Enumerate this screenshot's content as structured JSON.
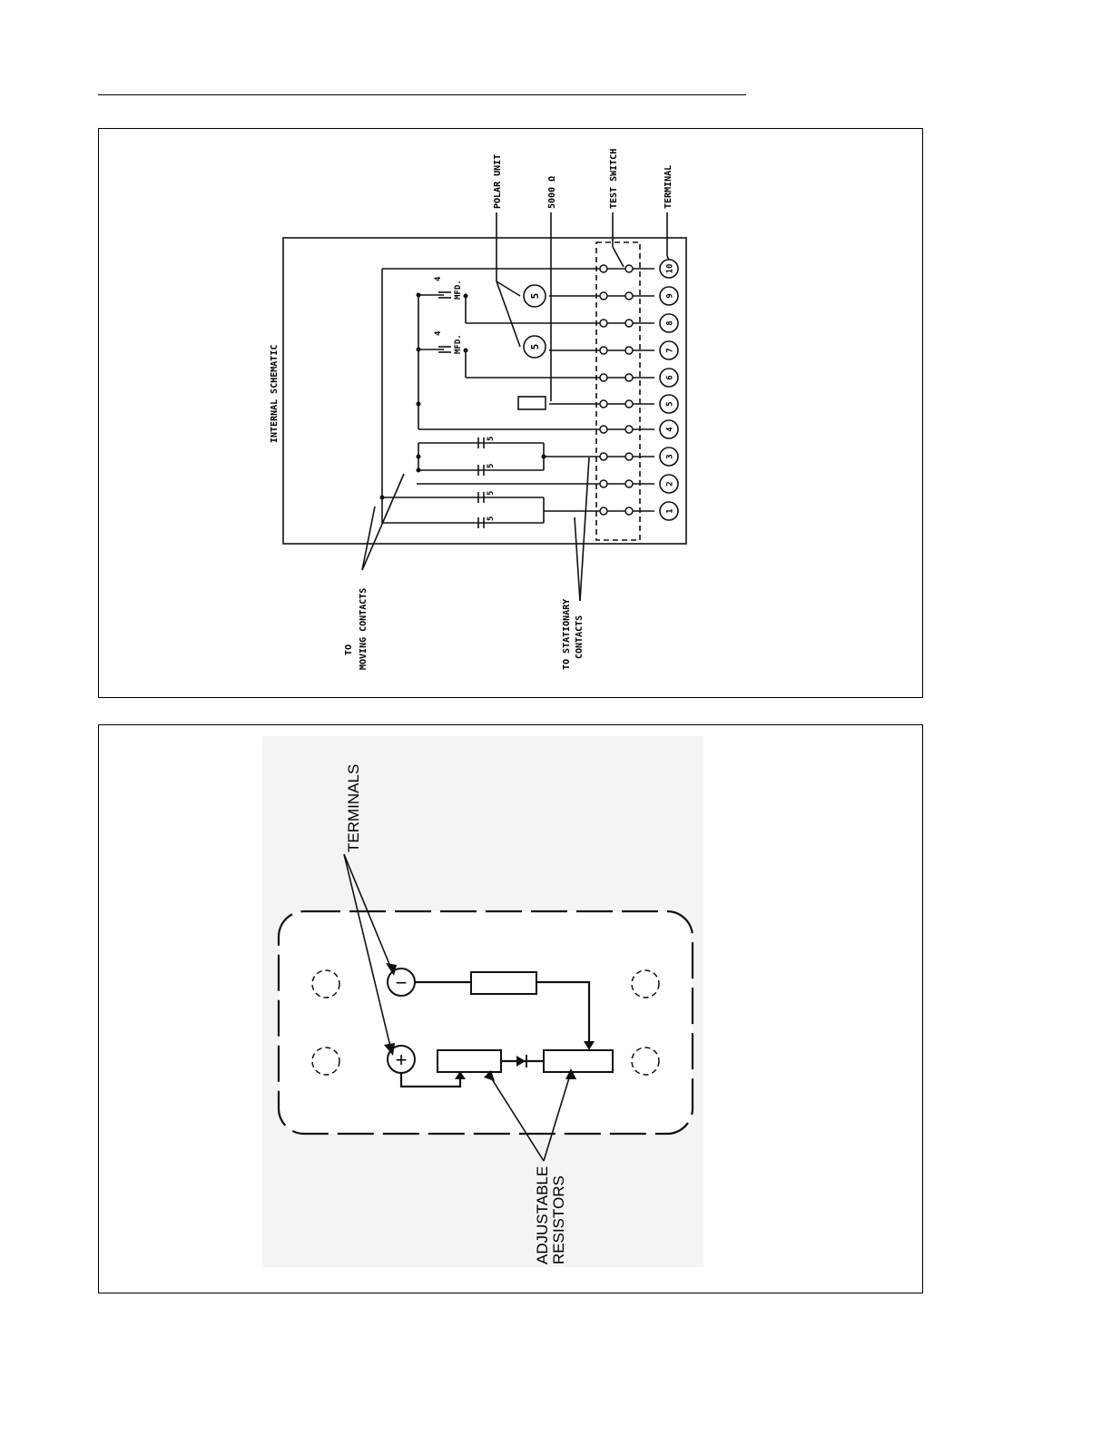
{
  "schematic": {
    "title": "INTERNAL SCHEMATIC",
    "callouts": {
      "polar_unit": "POLAR UNIT",
      "resistor_value": "5000 Ω",
      "test_switch": "TEST SWITCH",
      "terminal": "TERMINAL",
      "moving_to": "TO",
      "moving_contacts": "MOVING CONTACTS",
      "stationary_to": "TO STATIONARY",
      "stationary_contacts": "CONTACTS"
    },
    "terminal_numbers": [
      "1",
      "2",
      "3",
      "4",
      "5",
      "6",
      "7",
      "8",
      "9",
      "10"
    ],
    "polar_unit_label": "5",
    "capacitor_value_4": "4",
    "capacitor_unit": "MFD.",
    "capacitor_value_5": "5"
  },
  "resistor_diagram": {
    "terminals_label": "TERMINALS",
    "adjustable_line1": "ADJUSTABLE",
    "adjustable_line2": "RESISTORS",
    "minus_symbol": "−",
    "plus_symbol": "+"
  }
}
